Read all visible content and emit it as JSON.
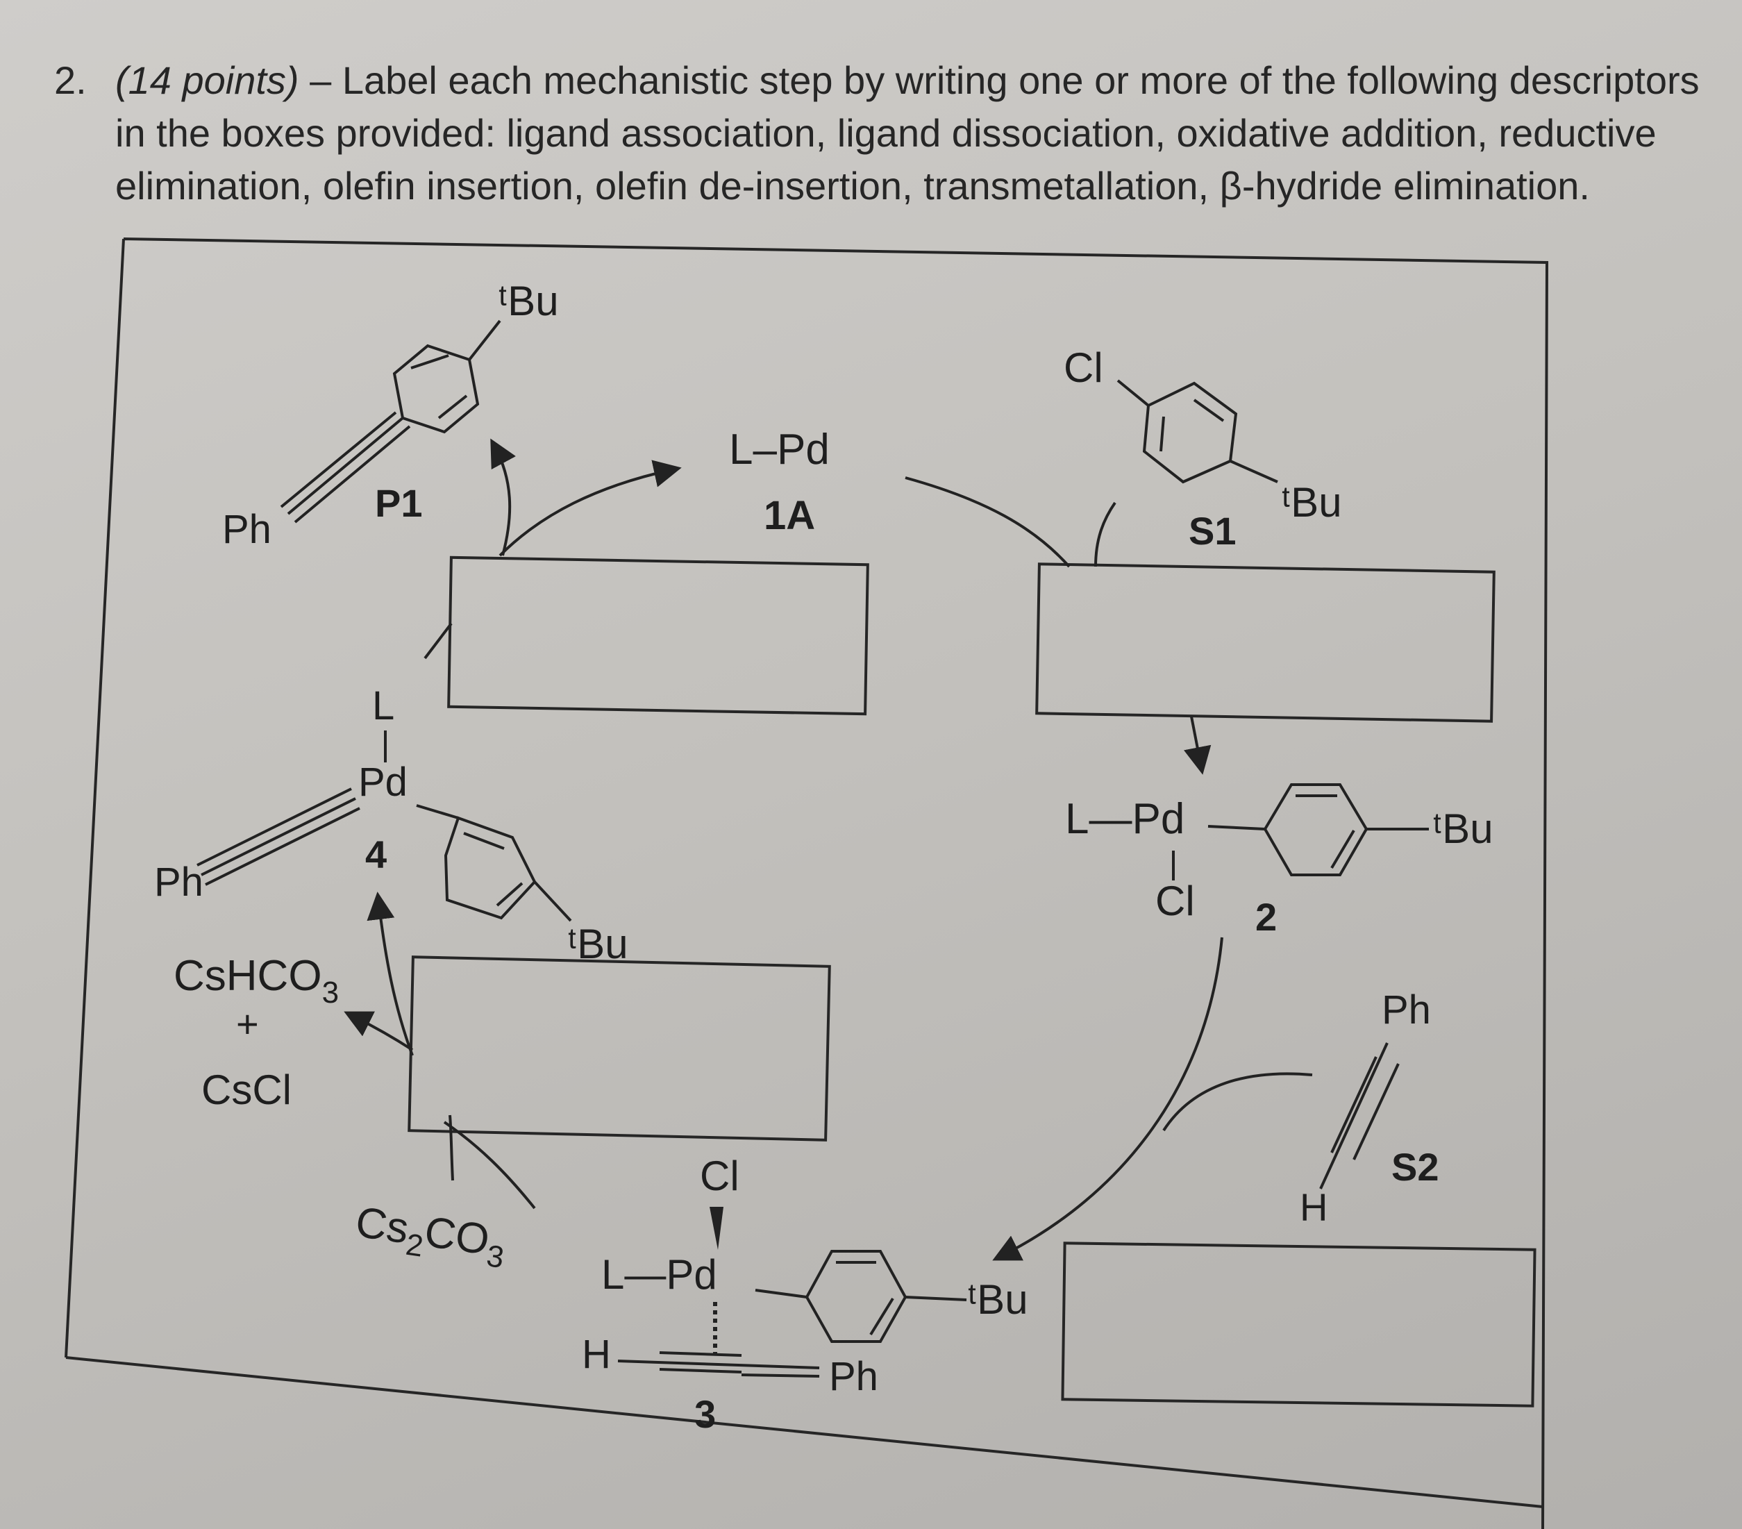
{
  "question": {
    "number": "2.",
    "points": "(14 points)",
    "prompt": "– Label each mechanistic step by writing one or more of the following descriptors in the boxes provided: ligand association, ligand dissociation, oxidative addition, reductive elimination, olefin insertion, olefin de-insertion, transmetallation, β-hydride elimination."
  },
  "diagram": {
    "catalyst": {
      "formula": "L–Pd",
      "label": "1A"
    },
    "substrate1": {
      "cl": "Cl",
      "tbu": "ᵗBu",
      "label": "S1"
    },
    "intermediate2": {
      "lpd": "L—Pd",
      "cl": "Cl",
      "tbu": "ᵗBu",
      "label": "2"
    },
    "substrate2": {
      "ph": "Ph",
      "h": "H",
      "label": "S2"
    },
    "intermediate3": {
      "cl": "Cl",
      "lpd": "L—Pd",
      "h": "H",
      "ph": "Ph",
      "tbu": "ᵗBu",
      "label": "3"
    },
    "intermediate4": {
      "l": "L",
      "pd": "Pd",
      "ph": "Ph",
      "tbu": "ᵗBu",
      "label": "4"
    },
    "product1": {
      "tbu": "ᵗBu",
      "ph": "Ph",
      "label": "P1"
    },
    "byproducts": {
      "cshco3": "CsHCO",
      "cshco3_sub": "3",
      "plus": "+",
      "cscl": "CsCl"
    },
    "base": {
      "cs": "Cs",
      "sub1": "2",
      "co": "CO",
      "sub2": "3"
    }
  },
  "answer_boxes": [
    {
      "id": "box-reductive-step",
      "value": ""
    },
    {
      "id": "box-oxidative-step",
      "value": ""
    },
    {
      "id": "box-s2-step",
      "value": ""
    },
    {
      "id": "box-base-step",
      "value": ""
    }
  ]
}
